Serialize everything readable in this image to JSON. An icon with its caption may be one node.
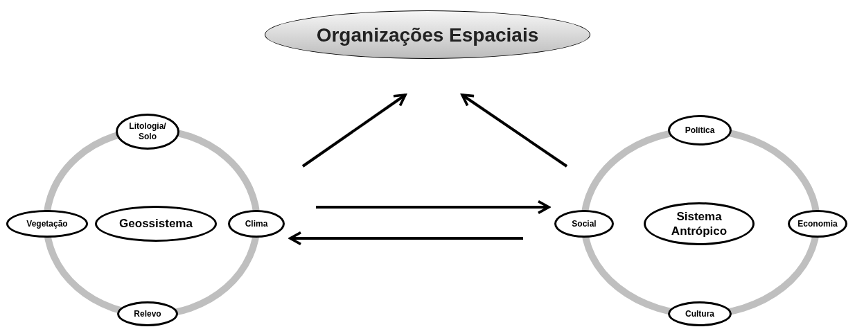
{
  "diagram": {
    "nodes": [
      {
        "text": [
          "Organizações Espaciais"
        ]
      },
      {
        "text": [
          "Litologia/ Solo"
        ]
      },
      {
        "text": [
          "Vegetação"
        ]
      },
      {
        "text": [
          "Geossistema"
        ]
      },
      {
        "text": [
          "Clima"
        ]
      },
      {
        "text": [
          "Relevo"
        ]
      },
      {
        "text": [
          "Política"
        ]
      },
      {
        "text": [
          "Social"
        ]
      },
      {
        "text": [
          "Sistema Antrópico"
        ]
      },
      {
        "text": [
          "Economia"
        ]
      },
      {
        "text": [
          "Cultura"
        ]
      }
    ],
    "edges": [
      {
        "from": null,
        "to": 0,
        "arrow": "to"
      },
      {
        "from": null,
        "to": 0,
        "arrow": "to"
      },
      {
        "from": 4,
        "to": 7,
        "arrow": "to"
      },
      {
        "from": 7,
        "to": 4,
        "arrow": "to"
      }
    ]
  }
}
